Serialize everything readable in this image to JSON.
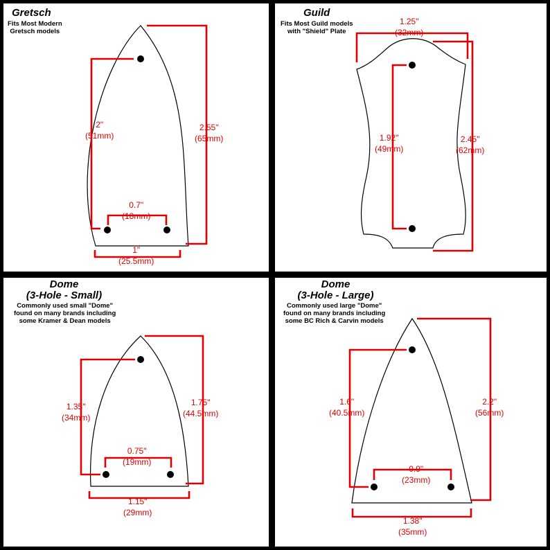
{
  "panels": [
    {
      "id": "gretsch",
      "title": "Gretsch",
      "desc": [
        "Fits Most Modern",
        "Gretsch models"
      ],
      "dims": [
        {
          "name": "hole-spacing",
          "inch": "2\"",
          "mm": "(51mm)"
        },
        {
          "name": "overall-length",
          "inch": "2.55\"",
          "mm": "(65mm)"
        },
        {
          "name": "bottom-hole-spacing",
          "inch": "0.7\"",
          "mm": "(18mm)"
        },
        {
          "name": "base-width",
          "inch": "1\"",
          "mm": "(25.5mm)"
        }
      ]
    },
    {
      "id": "guild",
      "title": "Guild",
      "desc": [
        "Fits Most Guild models",
        "with \"Shield\" Plate"
      ],
      "dims": [
        {
          "name": "top-width",
          "inch": "1.25\"",
          "mm": "(32mm)"
        },
        {
          "name": "hole-spacing",
          "inch": "1.92\"",
          "mm": "(49mm)"
        },
        {
          "name": "overall-length",
          "inch": "2.45\"",
          "mm": "(62mm)"
        }
      ]
    },
    {
      "id": "dome-small",
      "title": "Dome",
      "subtitle": "(3-Hole - Small)",
      "desc": [
        "Commonly used small \"Dome\"",
        "found on many brands including",
        "some Kramer & Dean models"
      ],
      "dims": [
        {
          "name": "hole-spacing",
          "inch": "1.35\"",
          "mm": "(34mm)"
        },
        {
          "name": "overall-length",
          "inch": "1.75\"",
          "mm": "(44.5mm)"
        },
        {
          "name": "bottom-hole-spacing",
          "inch": "0.75\"",
          "mm": "(19mm)"
        },
        {
          "name": "base-width",
          "inch": "1.15\"",
          "mm": "(29mm)"
        }
      ]
    },
    {
      "id": "dome-large",
      "title": "Dome",
      "subtitle": "(3-Hole - Large)",
      "desc": [
        "Commonly used large \"Dome\"",
        "found on many brands including",
        "some BC Rich & Carvin models"
      ],
      "dims": [
        {
          "name": "hole-spacing",
          "inch": "1.6\"",
          "mm": "(40.5mm)"
        },
        {
          "name": "overall-length",
          "inch": "2.2\"",
          "mm": "(56mm)"
        },
        {
          "name": "bottom-hole-spacing",
          "inch": "0.9\"",
          "mm": "(23mm)"
        },
        {
          "name": "base-width",
          "inch": "1.38\"",
          "mm": "(35mm)"
        }
      ]
    }
  ],
  "colors": {
    "background": "#000000",
    "panel": "#ffffff",
    "dimension": "#e00000",
    "outline": "#000000"
  }
}
